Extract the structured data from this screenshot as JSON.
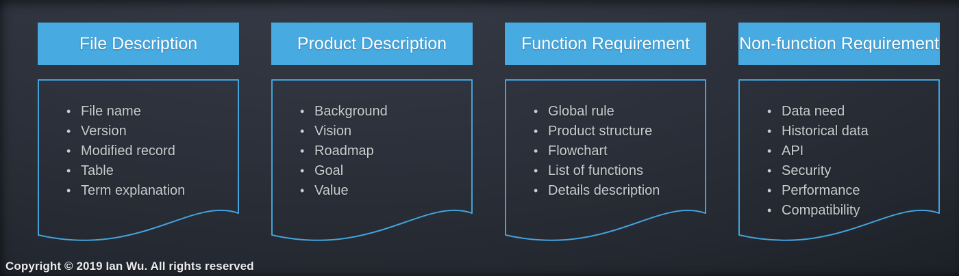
{
  "slide": {
    "columns": [
      {
        "title": "File Description",
        "items": [
          "File name",
          "Version",
          "Modified record",
          "Table",
          "Term explanation"
        ]
      },
      {
        "title": "Product Description",
        "items": [
          "Background",
          "Vision",
          "Roadmap",
          "Goal",
          "Value"
        ]
      },
      {
        "title": "Function Requirement",
        "items": [
          "Global rule",
          "Product structure",
          "Flowchart",
          "List of functions",
          "Details description"
        ]
      },
      {
        "title": "Non-function Requirement",
        "items": [
          "Data need",
          "Historical data",
          "API",
          "Security",
          "Performance",
          "Compatibility"
        ]
      }
    ],
    "footer": {
      "copyright": "Copyright © 2019 Ian Wu. All rights reserved"
    },
    "icons": {
      "bullet": "•"
    },
    "colors": {
      "header_bg": "#47aae1",
      "header_text": "#ffffff",
      "shape_border": "#44a3dd",
      "list_text": "#c9cbce"
    }
  }
}
